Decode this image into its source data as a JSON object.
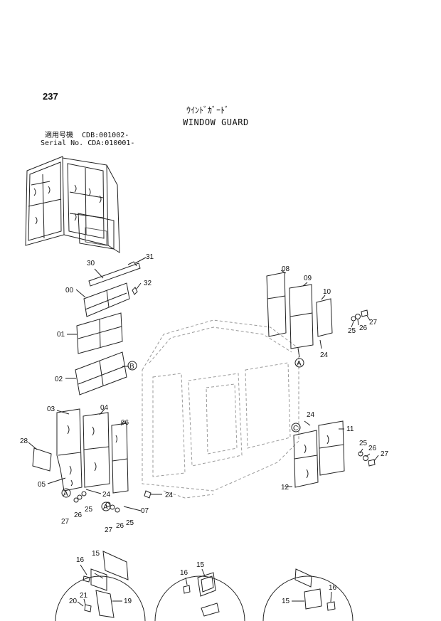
{
  "page": {
    "number": "237",
    "title_jp": "ｳｲﾝﾄﾞｶﾞｰﾄﾞ",
    "title_en": "WINDOW GUARD",
    "serial_line_1": "適用号機  CDB:001002-",
    "serial_line_2": "Serial No. CDA:010001-"
  },
  "callouts": {
    "p31": "31",
    "p30": "30",
    "p32": "32",
    "p00": "00",
    "p01": "01",
    "p02": "02",
    "pB": "B",
    "p08": "08",
    "p09": "09",
    "p10": "10",
    "p27a": "27",
    "p26a": "26",
    "p25a": "25",
    "p24a": "24",
    "pAa": "A",
    "p03": "03",
    "p04": "04",
    "p06": "06",
    "p28": "28",
    "p05": "05",
    "pAb": "A",
    "pAc": "A",
    "p24b": "24",
    "p24c": "24",
    "p07": "07",
    "p27b": "27",
    "p26b": "26",
    "p25b": "25",
    "p27c": "27",
    "p26c": "26",
    "p25c": "25",
    "p24d": "24",
    "pC": "C",
    "p11": "11",
    "p25d": "25",
    "p26d": "26",
    "p27d": "27",
    "p12": "12",
    "p16a": "16",
    "p15a": "15",
    "p20": "20",
    "p21": "21",
    "p19": "19",
    "p16b": "16",
    "p15b": "15",
    "p15c": "15",
    "p16c": "16"
  }
}
